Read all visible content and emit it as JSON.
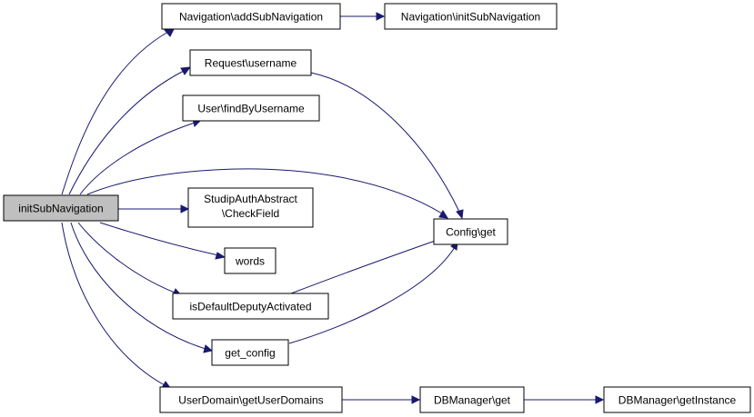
{
  "graph": {
    "root": "initSubNavigation",
    "nodes": {
      "initSubNavigation": "initSubNavigation",
      "nav_add": "Navigation\\addSubNavigation",
      "nav_init": "Navigation\\initSubNavigation",
      "request_username": "Request\\username",
      "user_find": "User\\findByUsername",
      "studip_check_1": "StudipAuthAbstract",
      "studip_check_2": "\\CheckField",
      "config_get": "Config\\get",
      "words": "words",
      "is_default": "isDefaultDeputyActivated",
      "get_config": "get_config",
      "userdomain": "UserDomain\\getUserDomains",
      "dbm_get": "DBManager\\get",
      "dbm_instance": "DBManager\\getInstance"
    },
    "edge_color": "#191970",
    "root_fill": "#bfbfbf"
  }
}
